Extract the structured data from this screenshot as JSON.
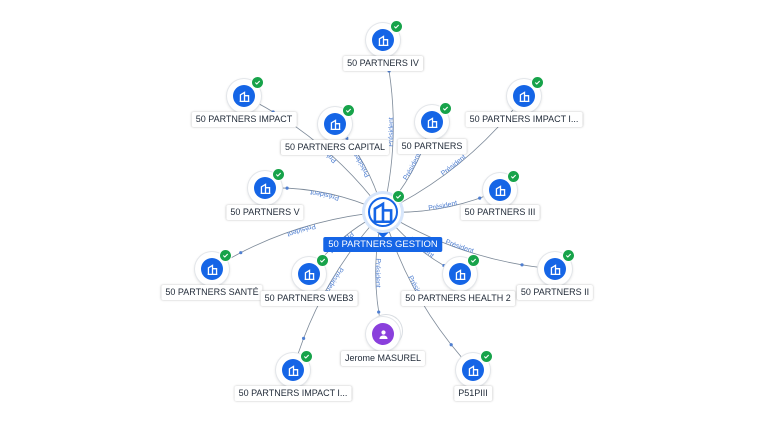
{
  "center": {
    "label": "50 PARTNERS GESTION"
  },
  "relation_label": "Président",
  "nodes": [
    {
      "id": "iv",
      "label": "50 PARTNERS IV",
      "type": "company"
    },
    {
      "id": "impact",
      "label": "50 PARTNERS IMPACT",
      "type": "company"
    },
    {
      "id": "impact-i",
      "label": "50 PARTNERS IMPACT I...",
      "type": "company"
    },
    {
      "id": "capital",
      "label": "50 PARTNERS CAPITAL",
      "type": "company"
    },
    {
      "id": "partners",
      "label": "50 PARTNERS",
      "type": "company"
    },
    {
      "id": "v",
      "label": "50 PARTNERS V",
      "type": "company"
    },
    {
      "id": "iii",
      "label": "50 PARTNERS III",
      "type": "company"
    },
    {
      "id": "sante",
      "label": "50 PARTNERS SANTÉ",
      "type": "company"
    },
    {
      "id": "web3",
      "label": "50 PARTNERS WEB3",
      "type": "company"
    },
    {
      "id": "health2",
      "label": "50 PARTNERS HEALTH 2",
      "type": "company"
    },
    {
      "id": "ii",
      "label": "50 PARTNERS II",
      "type": "company"
    },
    {
      "id": "jerome",
      "label": "Jerome MASUREL",
      "type": "person"
    },
    {
      "id": "impact-i2",
      "label": "50 PARTNERS IMPACT I...",
      "type": "company"
    },
    {
      "id": "p51",
      "label": "P51PIII",
      "type": "company"
    }
  ],
  "colors": {
    "company": "#1565e6",
    "person": "#8a3fdc",
    "verified": "#17a34a",
    "edge": "#7d8a99",
    "edge_label": "#4f7fd1"
  },
  "icons": {
    "company": "building-icon",
    "person": "person-icon",
    "verified": "check-icon"
  }
}
